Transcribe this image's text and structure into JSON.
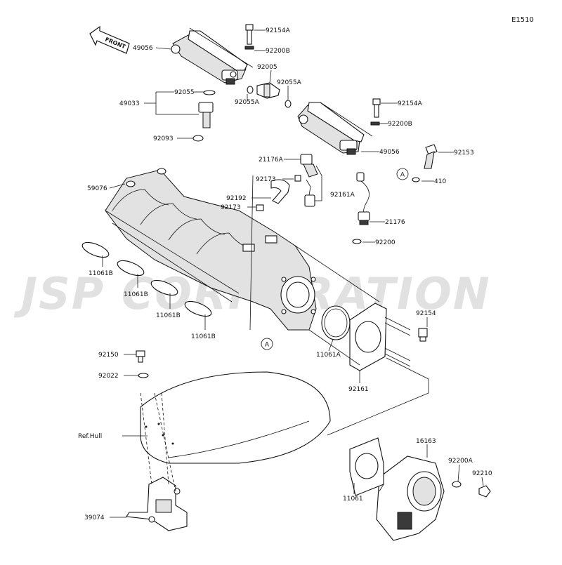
{
  "diagram_code": "E1510",
  "watermark": "JSP CORPORATION",
  "front_arrow_label": "FRONT",
  "ref_labels": {
    "hull": "Ref.Hull"
  },
  "circle_markers": [
    "A",
    "A"
  ],
  "parts": [
    "49056",
    "92154A",
    "92200B",
    "92005",
    "92055A",
    "92055A",
    "49033",
    "92055",
    "92093",
    "92154A",
    "92200B",
    "49056",
    "21176A",
    "92153",
    "92173",
    "410",
    "92161A",
    "59076",
    "92192",
    "92173",
    "21176",
    "92200",
    "11061B",
    "11061B",
    "11061B",
    "11061B",
    "92154",
    "11061A",
    "92161",
    "92150",
    "92022",
    "16163",
    "92200A",
    "92210",
    "11061",
    "39074"
  ]
}
